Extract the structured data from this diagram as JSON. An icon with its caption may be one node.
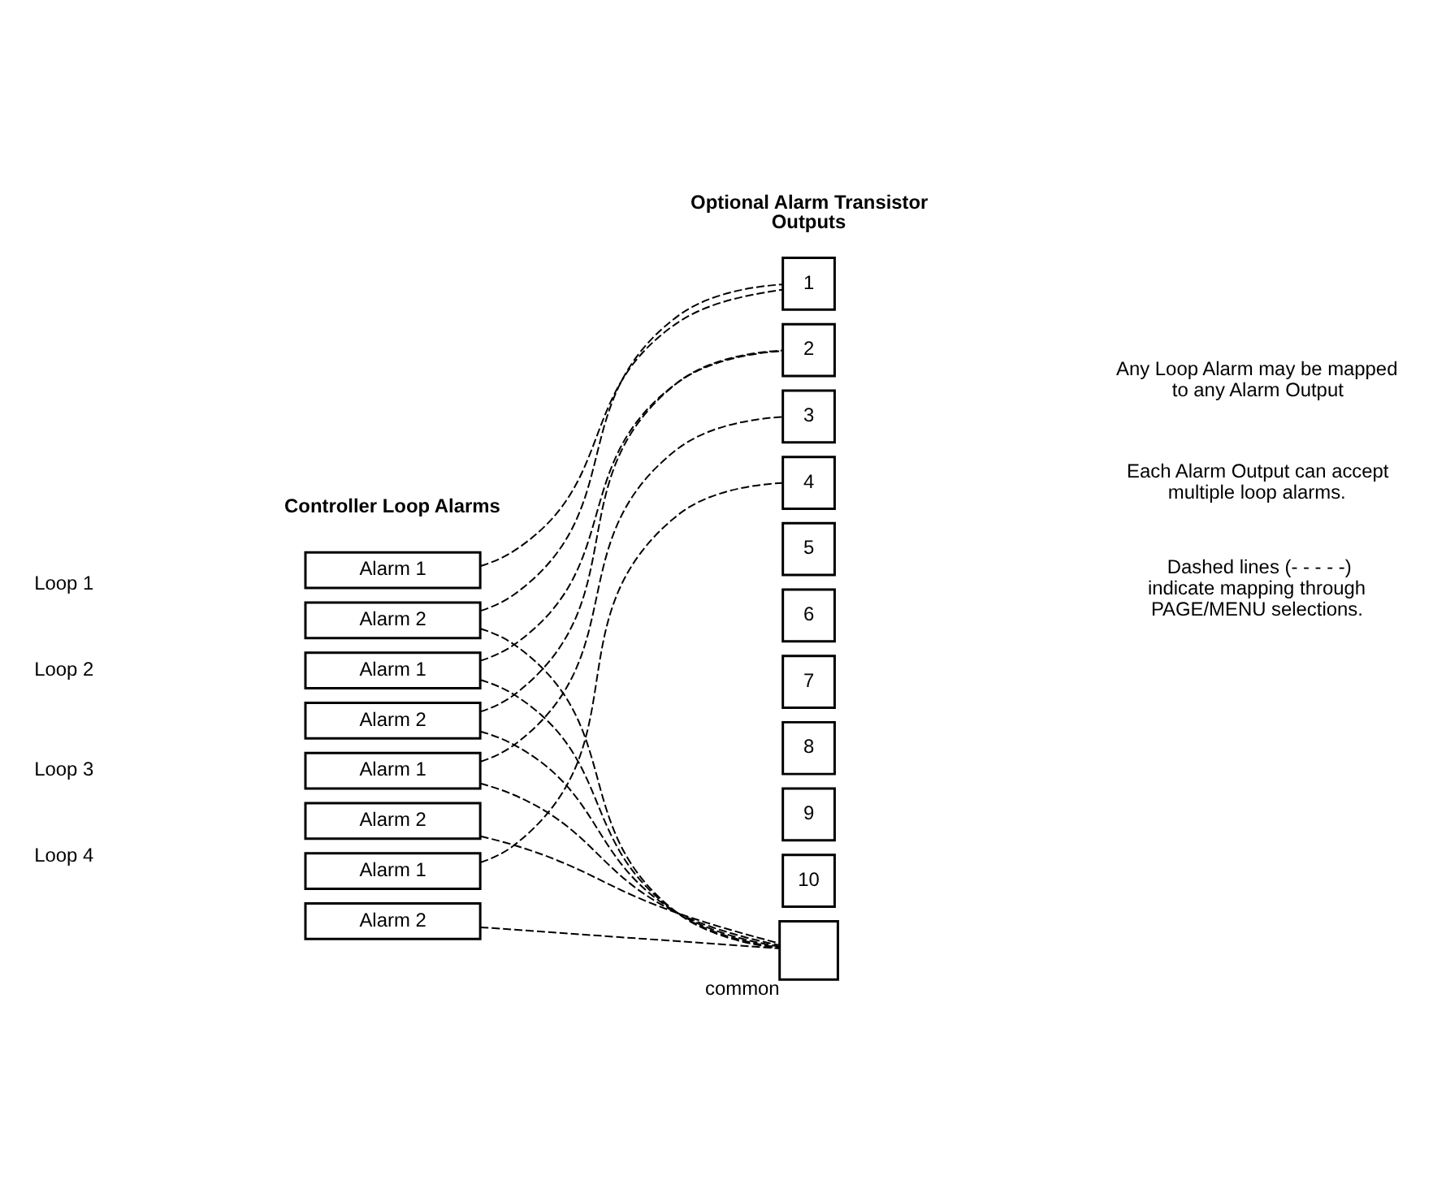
{
  "diagram": {
    "nodes": [
      {
        "text": [
          "Alarm 1"
        ]
      },
      {
        "text": [
          "Alarm 2"
        ]
      },
      {
        "text": [
          "Alarm 1"
        ]
      },
      {
        "text": [
          "Alarm 2"
        ]
      },
      {
        "text": [
          "Alarm 1"
        ]
      },
      {
        "text": [
          "Alarm 2"
        ]
      },
      {
        "text": [
          "Alarm 1"
        ]
      },
      {
        "text": [
          "Alarm 2"
        ]
      },
      {
        "text": [
          "1"
        ]
      },
      {
        "text": [
          "2"
        ]
      },
      {
        "text": [
          "3"
        ]
      },
      {
        "text": [
          "4"
        ]
      },
      {
        "text": [
          "5"
        ]
      },
      {
        "text": [
          "6"
        ]
      },
      {
        "text": [
          "7"
        ]
      },
      {
        "text": [
          "8"
        ]
      },
      {
        "text": [
          "9"
        ]
      },
      {
        "text": [
          "10"
        ]
      },
      {
        "text": [],
        "shape": "box",
        "beside": [
          "common"
        ]
      }
    ],
    "edges": [
      {
        "from": 0,
        "to": 8,
        "arrow": "none",
        "style": "dashed"
      },
      {
        "from": 1,
        "to": 8,
        "arrow": "none",
        "style": "dashed"
      },
      {
        "from": 2,
        "to": 9,
        "arrow": "none",
        "style": "dashed"
      },
      {
        "from": 3,
        "to": 9,
        "arrow": "none",
        "style": "dashed"
      },
      {
        "from": 4,
        "to": 10,
        "arrow": "none",
        "style": "dashed"
      },
      {
        "from": 6,
        "to": 11,
        "arrow": "none",
        "style": "dashed"
      },
      {
        "from": 1,
        "to": 18,
        "arrow": "none",
        "style": "dashed"
      },
      {
        "from": 2,
        "to": 18,
        "arrow": "none",
        "style": "dashed"
      },
      {
        "from": 3,
        "to": 18,
        "arrow": "none",
        "style": "dashed"
      },
      {
        "from": 4,
        "to": 18,
        "arrow": "none",
        "style": "dashed"
      },
      {
        "from": 5,
        "to": 18,
        "arrow": "none",
        "style": "dashed"
      },
      {
        "from": 7,
        "to": 18,
        "arrow": "none",
        "style": "dashed"
      }
    ],
    "labels": [
      "Controller Loop Alarms",
      "Optional Alarm Transistor Outputs",
      "Loop 1",
      "Loop 2",
      "Loop 3",
      "Loop 4",
      "Any Loop Alarm may be mapped to any Alarm Output",
      "Each Alarm Output can accept multiple loop alarms.",
      "Dashed lines (- - - - -) indicate mapping through PAGE/MENU selections."
    ]
  }
}
